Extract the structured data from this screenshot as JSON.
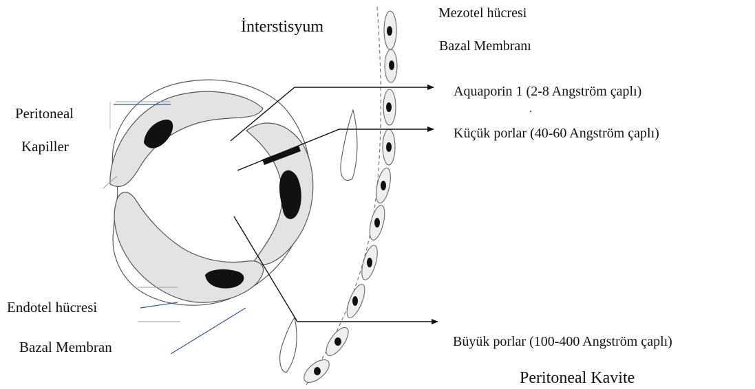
{
  "diagram": {
    "labels": {
      "interstisyum": "İnterstisyum",
      "mezotel_hucresi": "Mezotel  hücresi",
      "bazal_membrani": "Bazal Membranı",
      "aquaporin": "Aquaporin 1 (2-8 Angström çaplı)",
      "kucuk_porlar": "Küçük porlar (40-60 Angström çaplı)",
      "peritoneal": "Peritoneal",
      "kapiller": "Kapiller",
      "endotel_hucresi": "Endotel hücresi",
      "bazal_membran": "Bazal Membran",
      "buyuk_porlar": "Büyük porlar (100-400 Angström çaplı)",
      "peritoneal_kavite": "Peritoneal Kavite"
    },
    "colors": {
      "ink": "#111111",
      "cell_fill": "#e3e3e3",
      "nucleus": "#111111",
      "leader_blue": "#2f5597"
    }
  }
}
